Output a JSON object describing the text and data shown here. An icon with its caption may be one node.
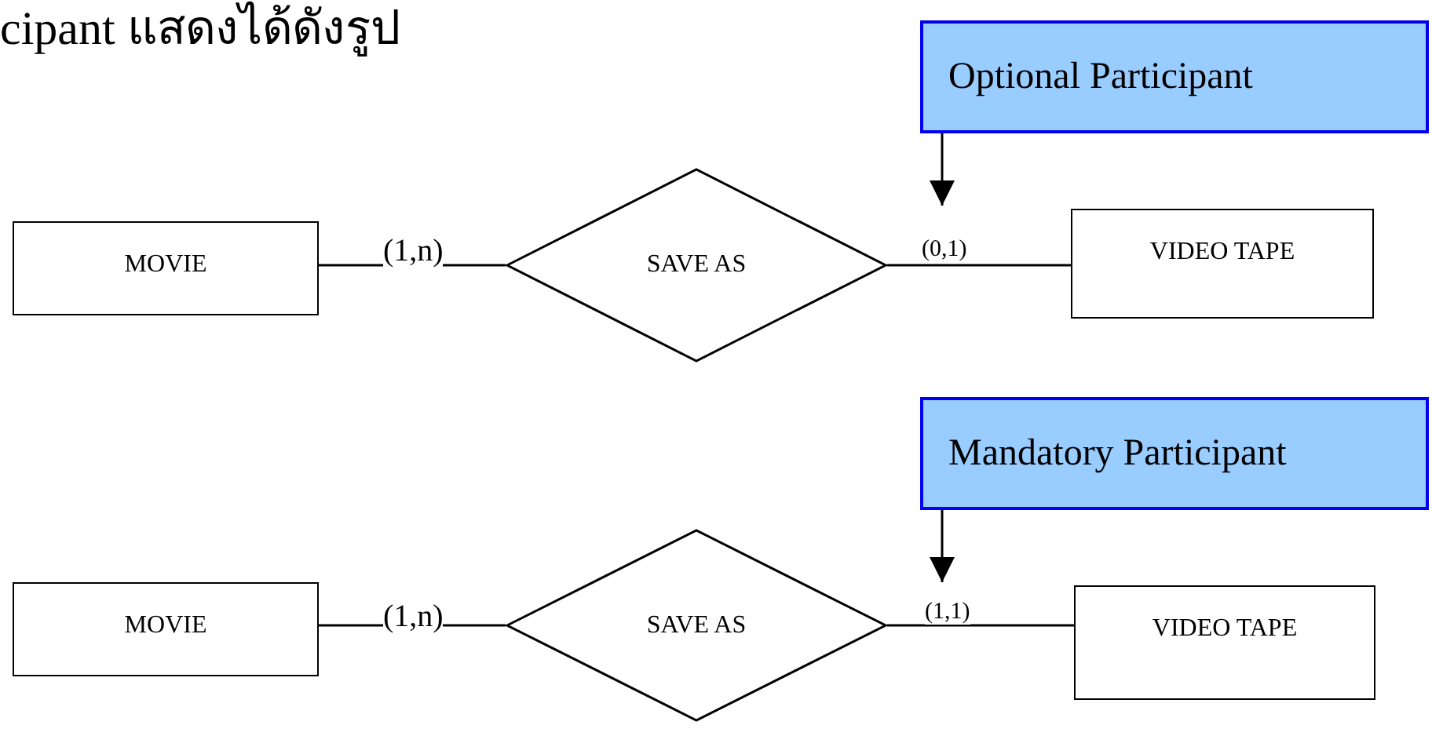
{
  "diagram": {
    "nodes": [
      {
        "text": [
          "Optional Participant"
        ]
      },
      {
        "text": [
          "MOVIE"
        ]
      },
      {
        "text": [
          "SAVE AS"
        ]
      },
      {
        "text": [
          "VIDEO TAPE"
        ]
      },
      {
        "text": [
          "Mandatory Participant"
        ]
      },
      {
        "text": [
          "MOVIE"
        ]
      },
      {
        "text": [
          "SAVE AS"
        ]
      },
      {
        "text": [
          "VIDEO TAPE"
        ]
      }
    ],
    "edges": [
      {
        "from": 1,
        "to": 2,
        "arrow": "none",
        "label": "(1,n)"
      },
      {
        "from": 2,
        "to": 3,
        "arrow": "none",
        "label": "(0,1)"
      },
      {
        "from": 0,
        "to": null,
        "arrow": "to"
      },
      {
        "from": 5,
        "to": 6,
        "arrow": "none",
        "label": "(1,n)"
      },
      {
        "from": 6,
        "to": 7,
        "arrow": "none",
        "label": "(1,1)"
      },
      {
        "from": 4,
        "to": null,
        "arrow": "to"
      }
    ],
    "labels": [
      "cipant แสดงได้ดังรูป"
    ]
  }
}
